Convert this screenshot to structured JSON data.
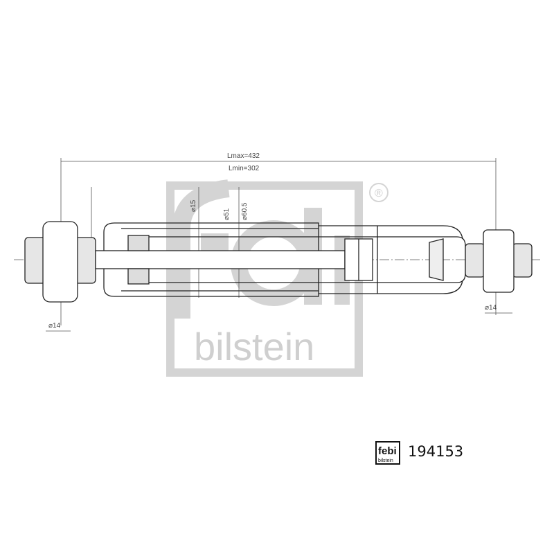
{
  "drawing": {
    "length_max": "Lmax=432",
    "length_min": "Lmin=302",
    "rod_diameter": "⌀15",
    "inner_tube_diameter": "⌀51",
    "outer_tube_diameter": "⌀60.5",
    "left_eye_diameter": "⌀14",
    "right_eye_diameter": "⌀14"
  },
  "watermark": {
    "brand_top": "febi",
    "brand_bottom": "bilstein",
    "registered": "®"
  },
  "footer": {
    "logo_top": "febi",
    "logo_bottom": "bilstein",
    "part_number": "194153"
  },
  "colors": {
    "watermark": "#d0d0d0",
    "line": "#333333"
  }
}
